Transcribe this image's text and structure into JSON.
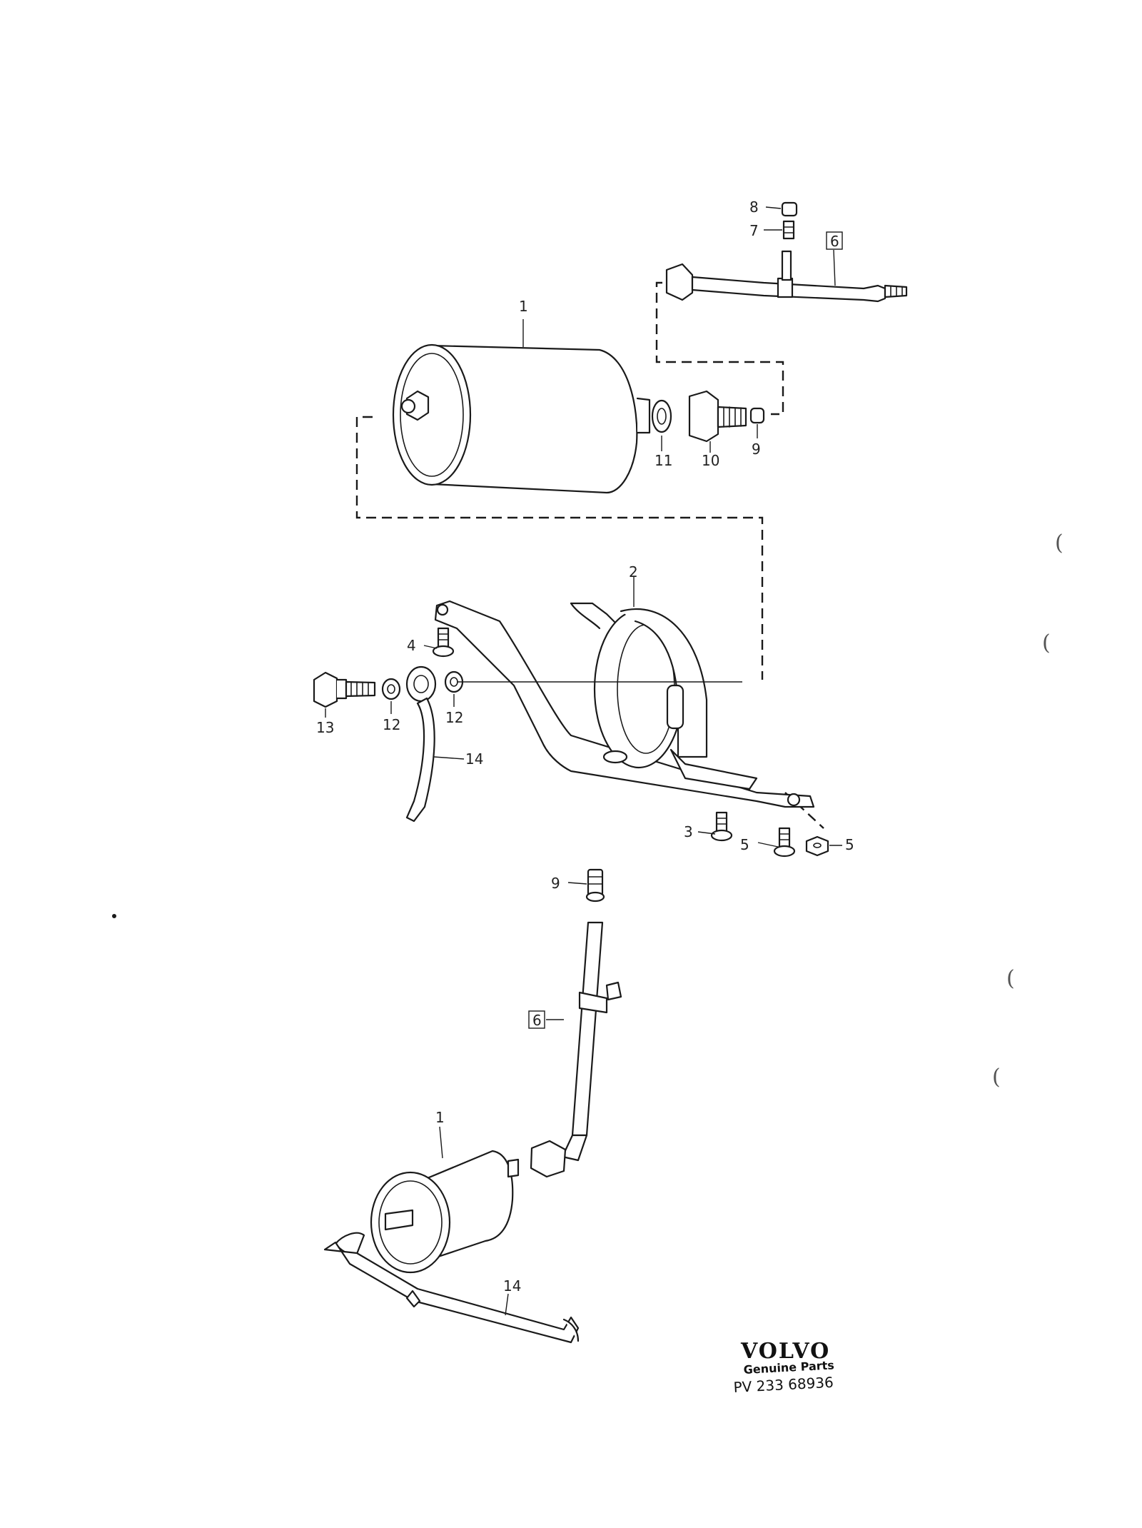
{
  "callouts": [
    {
      "id": "c1-top",
      "text": "1"
    },
    {
      "id": "c2",
      "text": "2"
    },
    {
      "id": "c3",
      "text": "3"
    },
    {
      "id": "c4",
      "text": "4"
    },
    {
      "id": "c5-left",
      "text": "5"
    },
    {
      "id": "c5-right",
      "text": "5"
    },
    {
      "id": "c6-top",
      "text": "6",
      "boxed": true
    },
    {
      "id": "c7",
      "text": "7"
    },
    {
      "id": "c8",
      "text": "8"
    },
    {
      "id": "c9-top",
      "text": "9"
    },
    {
      "id": "c10",
      "text": "10"
    },
    {
      "id": "c11",
      "text": "11"
    },
    {
      "id": "c12-left",
      "text": "12"
    },
    {
      "id": "c12-right",
      "text": "12"
    },
    {
      "id": "c13",
      "text": "13"
    },
    {
      "id": "c14-top",
      "text": "14"
    },
    {
      "id": "c9-bottom",
      "text": "9"
    },
    {
      "id": "c6-bottom",
      "text": "6",
      "boxed": true
    },
    {
      "id": "c1-bottom",
      "text": "1"
    },
    {
      "id": "c14-bottom",
      "text": "14"
    }
  ],
  "stamp": {
    "brand": "VOLVO",
    "subtitle": "Genuine Parts",
    "code": "PV 233 68936"
  },
  "margin_marks": [
    "(",
    "(",
    "(",
    "("
  ]
}
